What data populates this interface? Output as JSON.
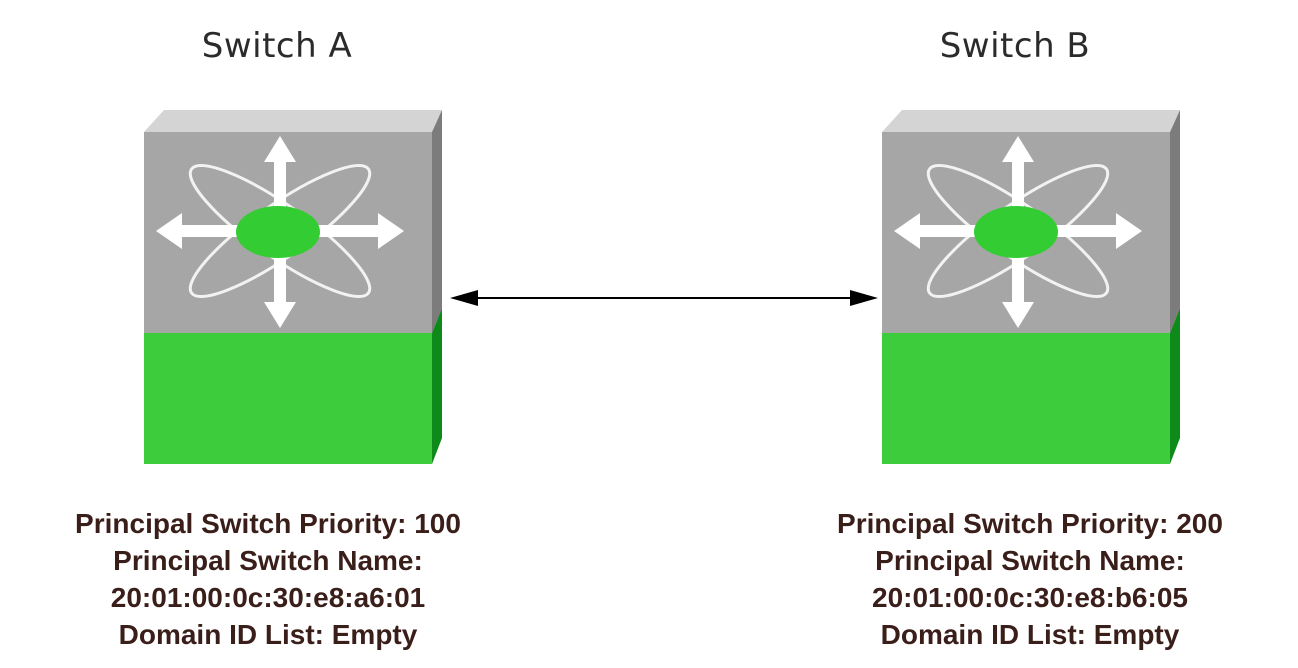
{
  "switches": [
    {
      "title": "Switch A",
      "priority": "Principal Switch Priority: 100",
      "name_label": "Principal Switch Name:",
      "wwn": "20:01:00:0c:30:e8:a6:01",
      "domain_list": "Domain ID List: Empty"
    },
    {
      "title": "Switch B",
      "priority": "Principal Switch Priority: 200",
      "name_label": "Principal Switch Name:",
      "wwn": "20:01:00:0c:30:e8:b6:05",
      "domain_list": "Domain ID List: Empty"
    }
  ],
  "colors": {
    "switch_top_gray": "#a6a6a6",
    "switch_side_gray": "#7c7c7c",
    "switch_cap": "#d4d4d4",
    "switch_green": "#3ccc3c",
    "switch_green_dark": "#0d8a1a",
    "core_green": "#33cc33",
    "text": "#3a1e1a"
  },
  "icons": [
    "multilayer-switch-icon",
    "bidirectional-arrow-icon"
  ]
}
